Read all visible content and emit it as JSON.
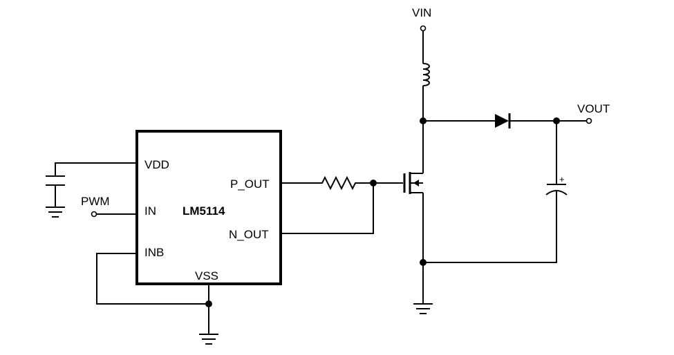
{
  "ic": {
    "part": "LM5114",
    "pins": {
      "vdd": "VDD",
      "in": "IN",
      "inb": "INB",
      "vss": "VSS",
      "p_out": "P_OUT",
      "n_out": "N_OUT"
    }
  },
  "nets": {
    "pwm": "PWM",
    "vin": "VIN",
    "vout": "VOUT"
  },
  "marks": {
    "cap_polarity": "+"
  }
}
